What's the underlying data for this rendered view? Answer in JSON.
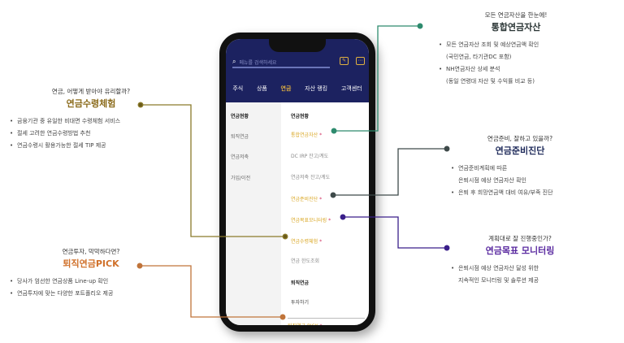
{
  "phone": {
    "search_placeholder": "메뉴를 검색하세요",
    "tabs": [
      "주식",
      "상품",
      "연금",
      "자산 랭킹",
      "고객센터"
    ],
    "active_tab": "연금",
    "left_menu": [
      "연금현황",
      "퇴직연금",
      "연금저축",
      "가입/이전"
    ],
    "right_menu": {
      "section1": "연금현황",
      "items": [
        "통합연금자산",
        "DC IRP 잔고/계도",
        "연금저축 잔고/계도",
        "연금준비진단",
        "연금목표모니터링",
        "연금수령체험",
        "연금 한도조회"
      ],
      "section2": "퇴직연금",
      "items2": [
        "투자하기",
        "퇴직연금 PICK"
      ]
    }
  },
  "callouts": {
    "integrated": {
      "subtitle": "모든 연금자산을 한눈에!",
      "title": "통합연금자산",
      "bullets": [
        "모든 연금자산 조회 및 예상연금액 확인",
        "(국민연금, 타기관DC 포함)",
        "NH연금자산 상세 분석",
        "(동일 연령대 자산 및 수익률 비교 등)"
      ],
      "color": "#2e8b6e"
    },
    "diagnosis": {
      "subtitle": "연금준비, 잘하고 있을까?",
      "title": "연금준비진단",
      "bullets": [
        "연금준비계획에 따른",
        "은퇴시점 예상 연금자산 확인",
        "은퇴 후 희망연금액 대비 여유/부족 진단"
      ],
      "color": "#1e2a5a"
    },
    "monitoring": {
      "subtitle": "계획대로 잘 진행중인가?",
      "title": "연금목표 모니터링",
      "bullets": [
        "은퇴시점 예상 연금자산 달성 위한",
        "지속적인 모니터링 및 솔루션 제공"
      ],
      "color": "#5a2aa0"
    },
    "receipt": {
      "subtitle": "연금, 어떻게 받아야 유리할까?",
      "title": "연금수령체험",
      "bullets": [
        "금융기관 중 유일한 비대면 수령체험 서비스",
        "절세 고려한 연금수령방법 추천",
        "연금수령시 활용가능한 절세 TIP 제공"
      ],
      "color": "#8a6a1a"
    },
    "pick": {
      "subtitle": "연금투자, 막막하다면?",
      "title": "퇴직연금PICK",
      "bullets": [
        "당사가 엄선한 연금상품 Line-up 확인",
        "연금투자에 맞는 다양한 포트폴리오 제공"
      ],
      "color": "#d0702a"
    }
  }
}
